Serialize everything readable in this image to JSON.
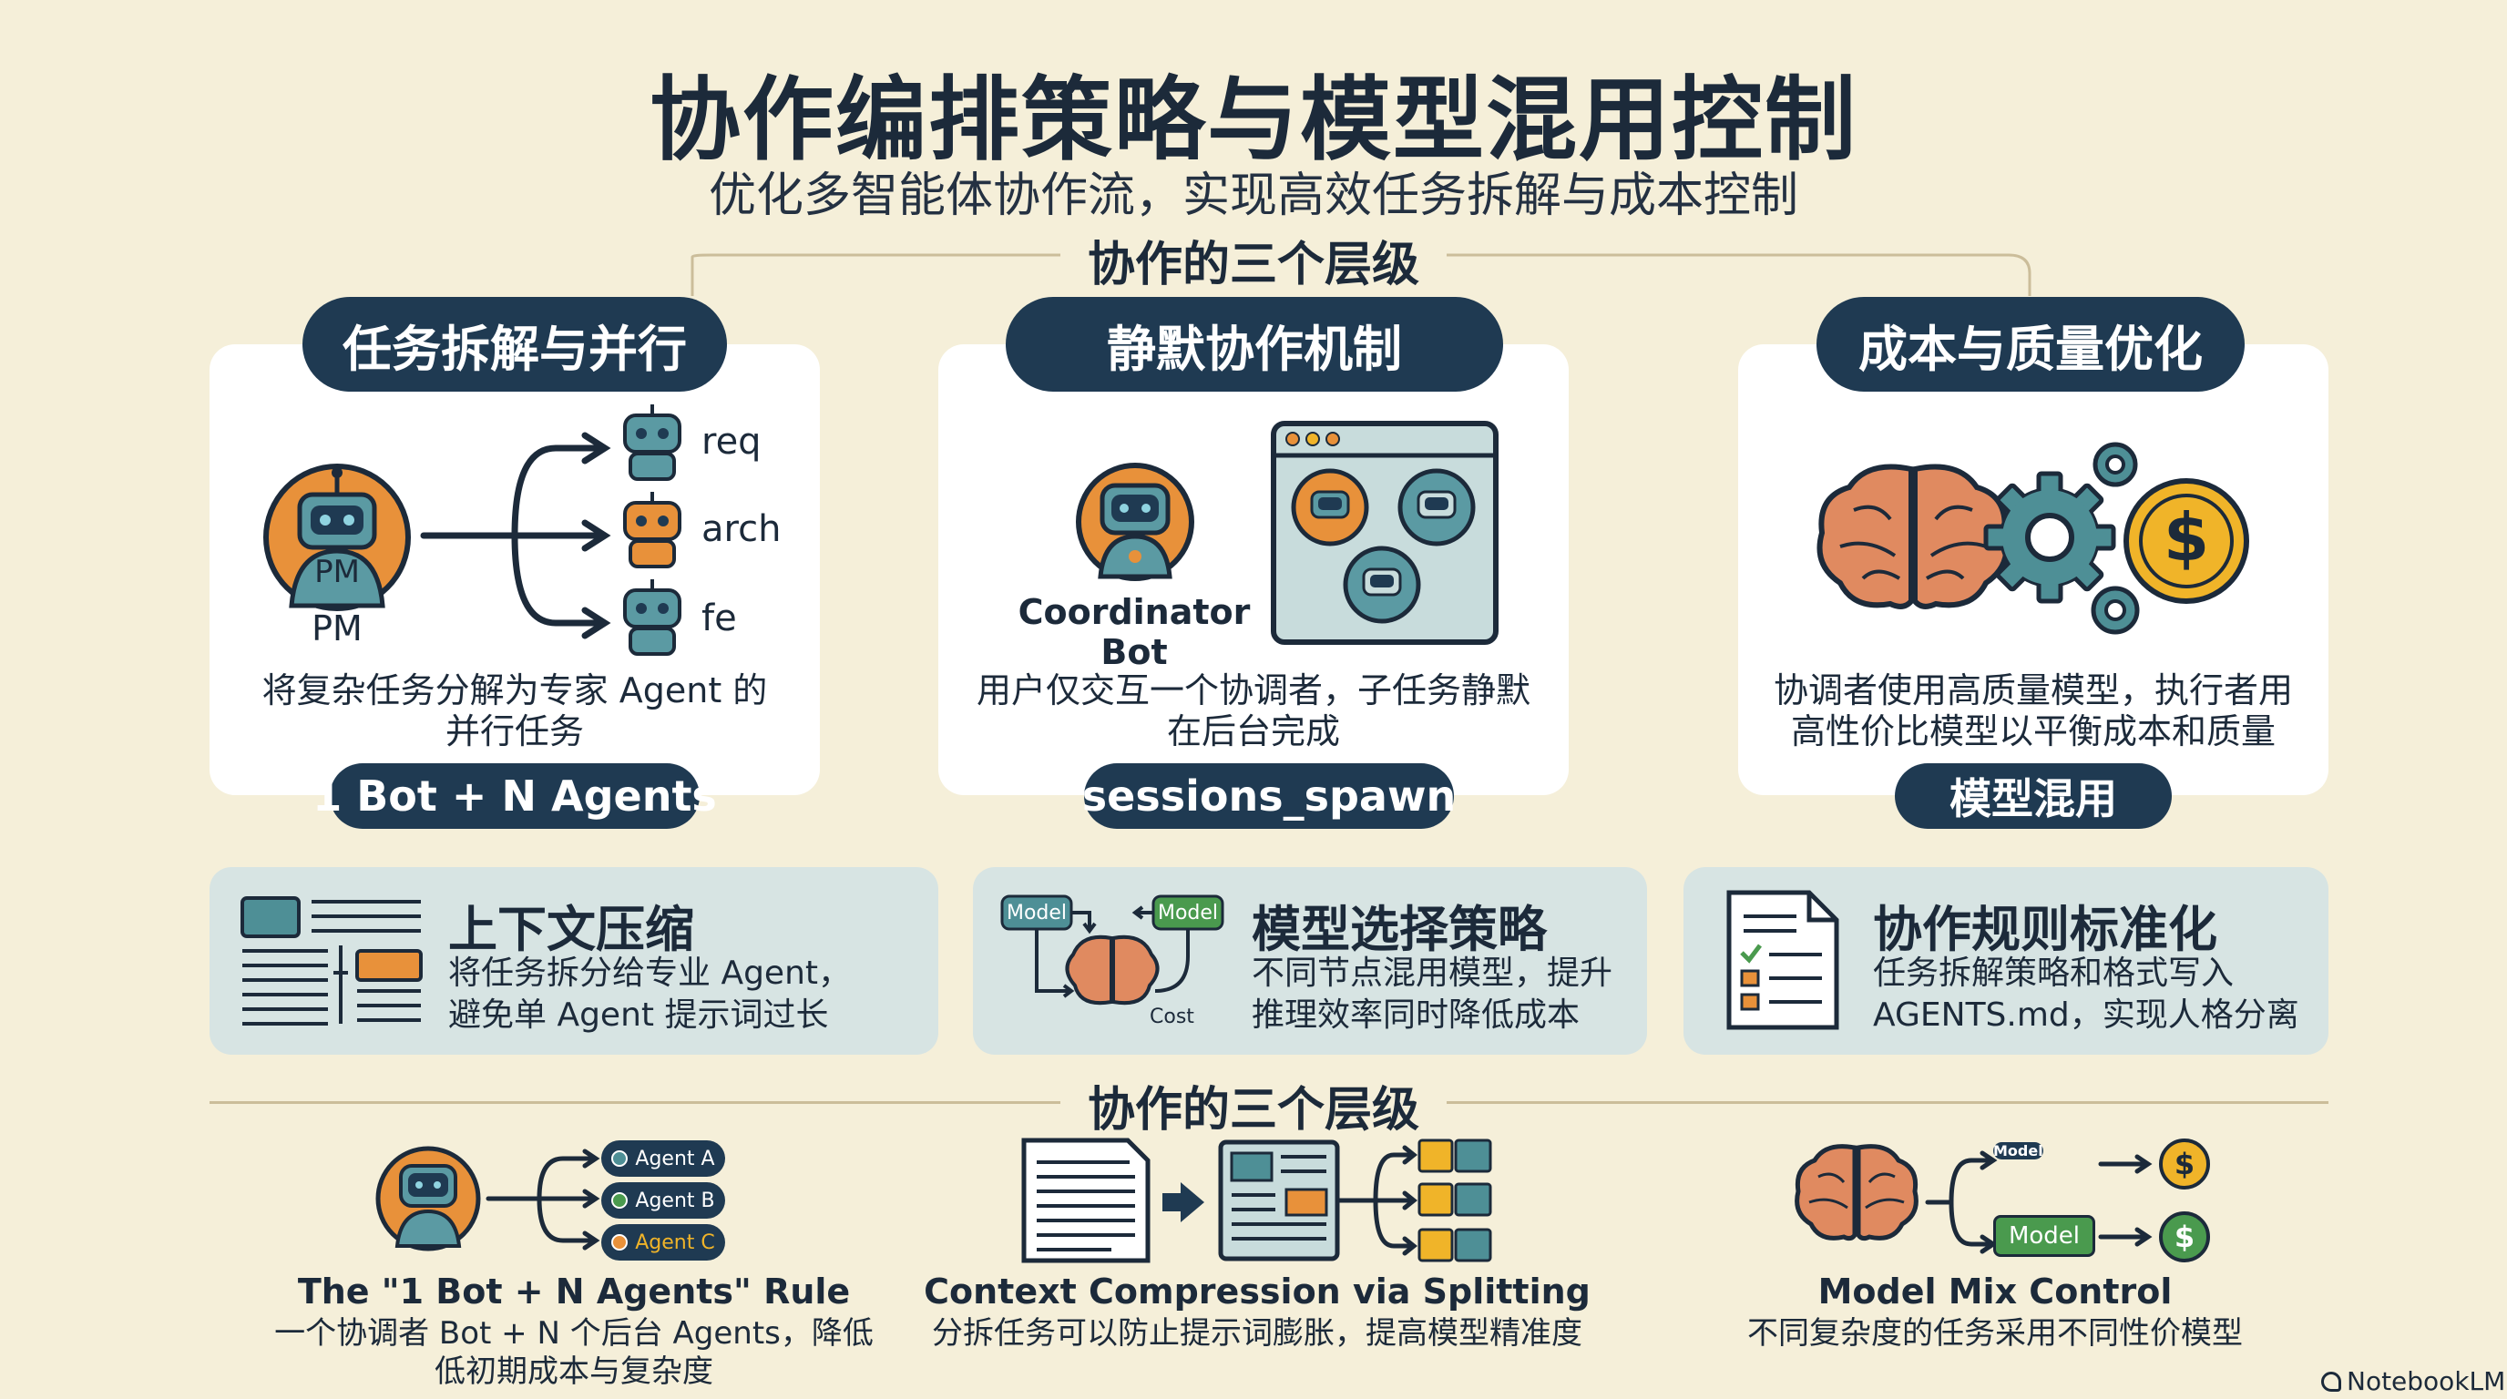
{
  "header": {
    "title": "协作编排策略与模型混用控制",
    "subtitle": "优化多智能体协作流，实现高效任务拆解与成本控制"
  },
  "section_top": {
    "label": "协作的三个层级"
  },
  "cards": [
    {
      "header": "任务拆解与并行",
      "pm_label": "PM",
      "pm_caption": "PM",
      "branches": [
        "req",
        "arch",
        "fe"
      ],
      "desc_line1": "将复杂任务分解为专家 Agent 的",
      "desc_line2": "并行任务",
      "footer": "1 Bot + N Agents"
    },
    {
      "header": "静默协作机制",
      "bot_label": "Coordinator Bot",
      "desc_line1": "用户仅交互一个协调者，子任务静默",
      "desc_line2": "在后台完成",
      "footer": "sessions_spawn"
    },
    {
      "header": "成本与质量优化",
      "dollar": "$",
      "desc_line1": "协调者使用高质量模型，执行者用",
      "desc_line2": "高性价比模型以平衡成本和质量",
      "footer": "模型混用"
    }
  ],
  "boxes": [
    {
      "title": "上下文压缩",
      "desc_line1": "将任务拆分给专业 Agent，",
      "desc_line2": "避免单 Agent 提示词过长"
    },
    {
      "title": "模型选择策略",
      "model_left": "Model",
      "model_right": "Model",
      "cost_label": "Cost",
      "desc_line1": "不同节点混用模型，提升",
      "desc_line2": "推理效率同时降低成本"
    },
    {
      "title": "协作规则标准化",
      "desc_line1": "任务拆解策略和格式写入",
      "desc_line2": "AGENTS.md，实现人格分离"
    }
  ],
  "section_bottom": {
    "label": "协作的三个层级"
  },
  "bottom": [
    {
      "agents": [
        "Agent A",
        "Agent B",
        "Agent C"
      ],
      "title": "The \"1 Bot + N Agents\" Rule",
      "desc_line1": "一个协调者 Bot + N 个后台 Agents，降低",
      "desc_line2": "低初期成本与复杂度"
    },
    {
      "title": "Context Compression via Splitting",
      "desc_line1": "分拆任务可以防止提示词膨胀，提高模型精准度"
    },
    {
      "models": [
        "Model",
        "Model"
      ],
      "dollars": [
        "$",
        "$"
      ],
      "title": "Model Mix Control",
      "desc_line1": "不同复杂度的任务采用不同性价模型"
    }
  ],
  "watermark": "NotebookLM",
  "colors": {
    "background": "#f5efd9",
    "navy": "#1f3a52",
    "teal": "#4e8f96",
    "orange": "#e8913a",
    "brain": "#e08a60",
    "green": "#4a9a4e",
    "gold": "#f0b429"
  }
}
